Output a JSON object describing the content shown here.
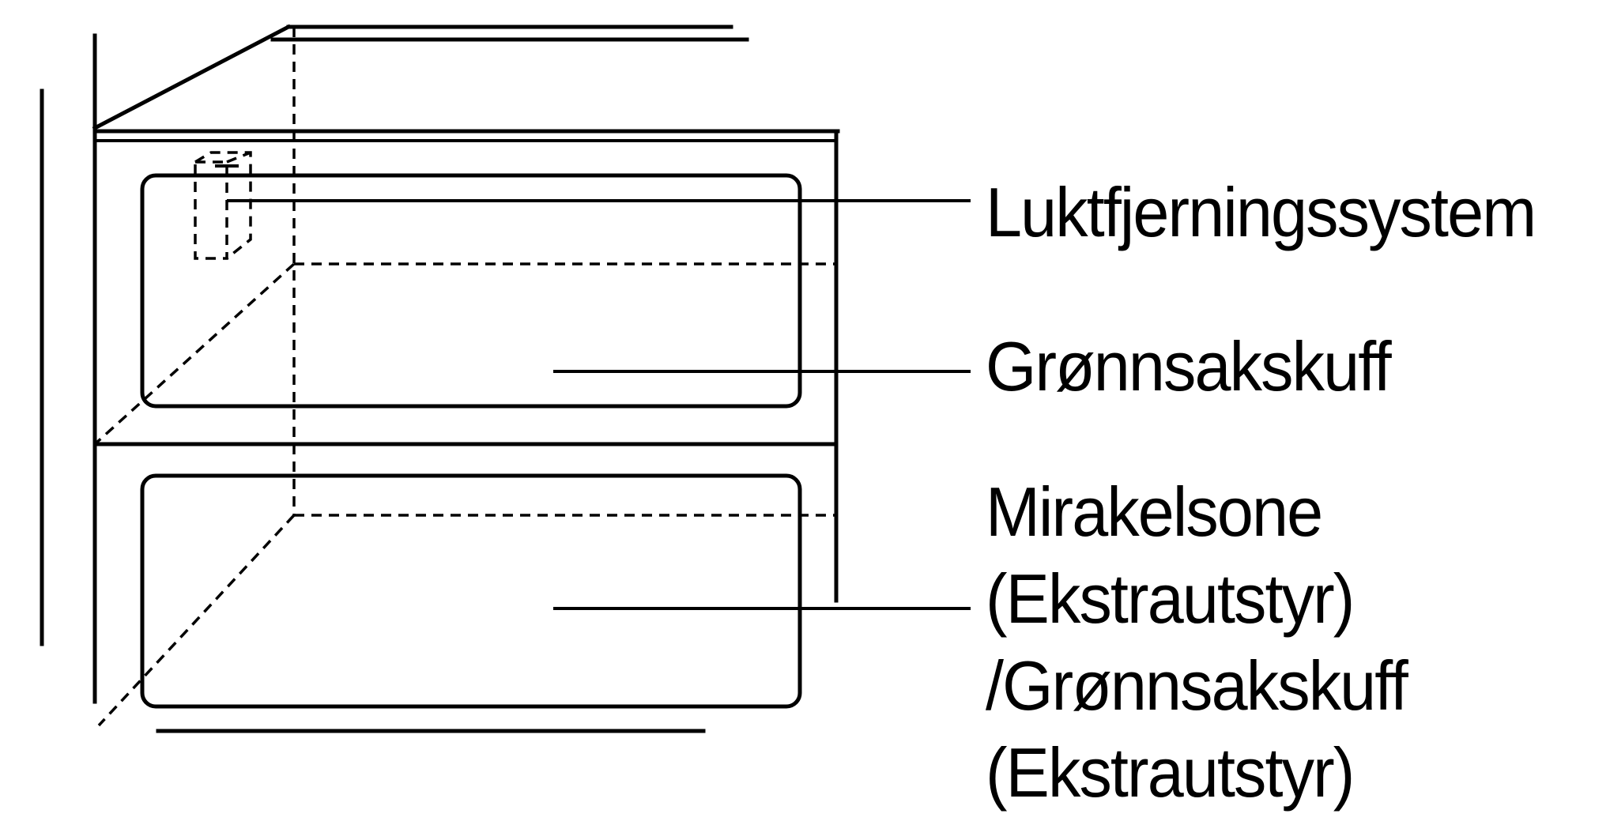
{
  "labels": {
    "odor_system": "Luktfjerningssystem",
    "vegetable_drawer": "Grønnsakskuff",
    "miracle_zone": {
      "line1": "Mirakelsone",
      "line2": "(Ekstrautstyr)",
      "line3": "/Grønnsakskuff",
      "line4": "(Ekstrautstyr)"
    }
  },
  "colors": {
    "line": "#000000",
    "background": "#ffffff"
  }
}
